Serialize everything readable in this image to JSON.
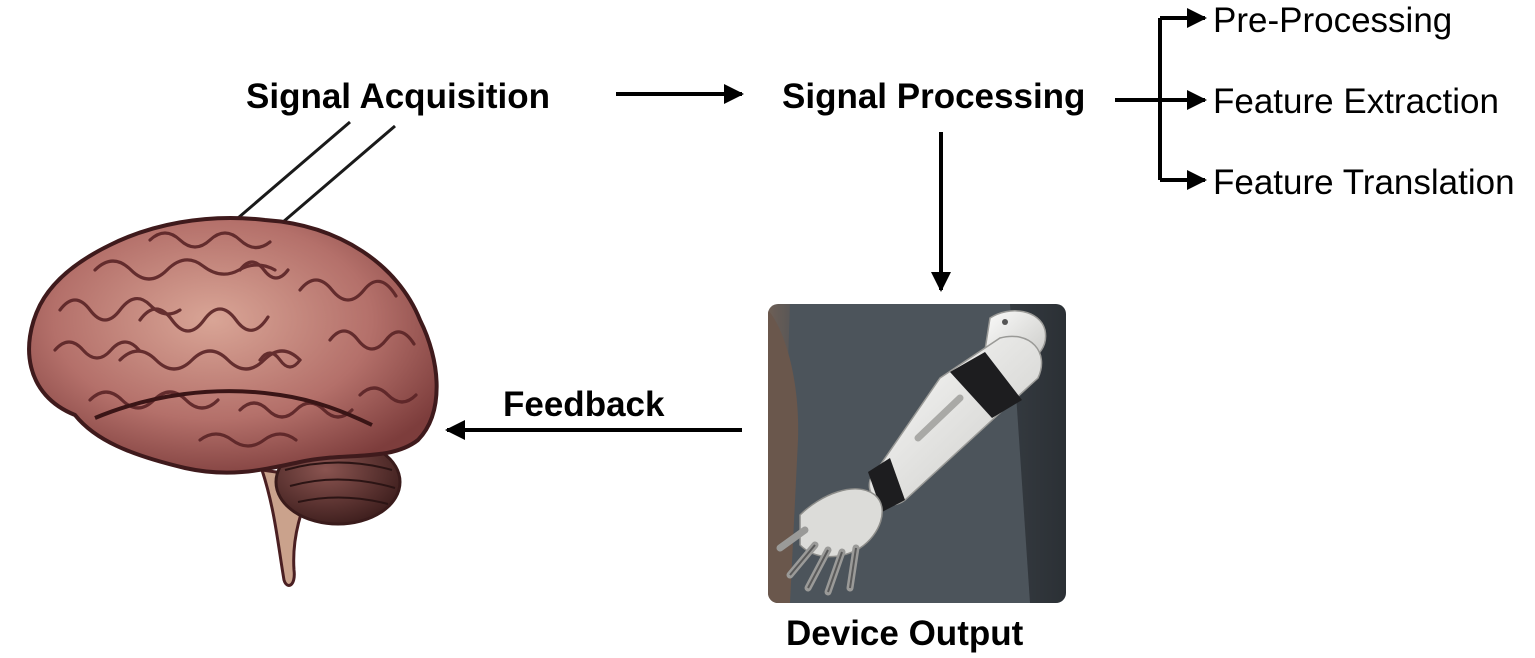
{
  "diagram": {
    "labels": {
      "signal_acquisition": "Signal Acquisition",
      "signal_processing": "Signal Processing",
      "feedback": "Feedback",
      "device_output": "Device Output"
    },
    "processing_steps": [
      "Pre-Processing",
      "Feature Extraction",
      "Feature Translation"
    ],
    "colors": {
      "text": "#000000",
      "arrow": "#000000",
      "brain_base": "#a8625f",
      "brain_highlight": "#e3b6a6",
      "brain_dark": "#4a1f22",
      "cerebellum": "#6b3a37",
      "photo_bg": "#3c4248",
      "shirt": "#4f565c",
      "prosthetic": "#e9e9e7",
      "strap": "#1d1d1f"
    }
  }
}
